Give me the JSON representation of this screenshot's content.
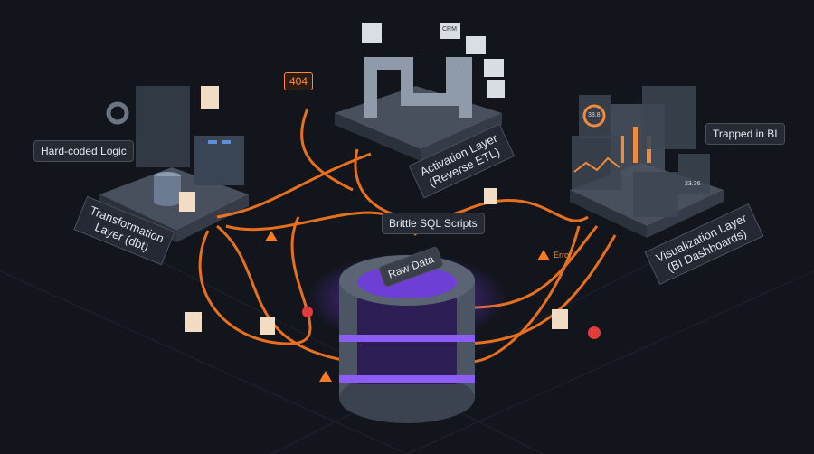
{
  "labels": {
    "hard_coded_logic": "Hard-coded Logic",
    "transformation_layer": [
      "Transformation",
      "Layer (dbt)"
    ],
    "activation_layer": [
      "Activation Layer",
      "(Reverse ETL)"
    ],
    "visualization_layer": [
      "Visualization Layer",
      "(BI Dashboards)"
    ],
    "trapped_in_bi": "Trapped in BI",
    "brittle_sql": "Brittle SQL Scripts",
    "error": "Error",
    "code_404": "404",
    "raw_data": "Raw Data",
    "crm": "CRM",
    "gauge_1": "38.8",
    "gauge_2": "23.36"
  },
  "colors": {
    "background": "#12151c",
    "accent": "#ff7a1f",
    "platform": "#3a414d",
    "raw_data_glow": "#8b5cf6"
  }
}
